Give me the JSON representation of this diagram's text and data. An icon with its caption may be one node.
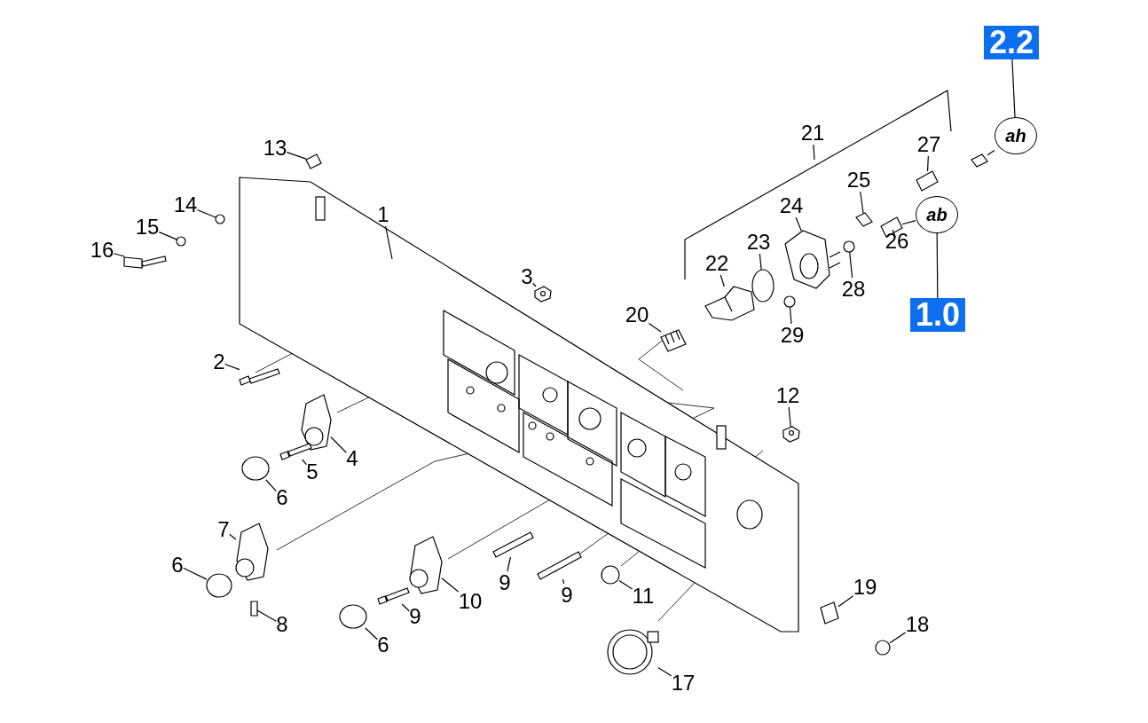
{
  "diagram": {
    "nodes": [
      {
        "text": [
          "2.2"
        ]
      },
      {
        "text": [
          "ah"
        ]
      },
      {
        "text": [
          "21"
        ]
      },
      {
        "text": [
          "27"
        ]
      },
      {
        "text": [
          "13"
        ]
      },
      {
        "text": [
          "24"
        ]
      },
      {
        "text": [
          "25"
        ]
      },
      {
        "text": [
          "14"
        ]
      },
      {
        "text": [
          "1"
        ]
      },
      {
        "text": [
          "ab"
        ]
      },
      {
        "text": [
          "15"
        ]
      },
      {
        "text": [
          "23"
        ]
      },
      {
        "text": [
          "26"
        ]
      },
      {
        "text": [
          "16"
        ]
      },
      {
        "text": [
          "22"
        ]
      },
      {
        "text": [
          "3"
        ]
      },
      {
        "text": [
          "28"
        ]
      },
      {
        "text": [
          "1.0"
        ]
      },
      {
        "text": [
          "20"
        ]
      },
      {
        "text": [
          "29"
        ]
      },
      {
        "text": [
          "2"
        ]
      },
      {
        "text": [
          "12"
        ]
      },
      {
        "text": [
          "4"
        ]
      },
      {
        "text": [
          "5"
        ]
      },
      {
        "text": [
          "6"
        ]
      },
      {
        "text": [
          "7"
        ]
      },
      {
        "text": [
          "6"
        ]
      },
      {
        "text": [
          "9"
        ]
      },
      {
        "text": [
          "9"
        ]
      },
      {
        "text": [
          "11"
        ]
      },
      {
        "text": [
          "19"
        ]
      },
      {
        "text": [
          "10"
        ]
      },
      {
        "text": [
          "8"
        ]
      },
      {
        "text": [
          "9"
        ]
      },
      {
        "text": [
          "18"
        ]
      },
      {
        "text": [
          "6"
        ]
      },
      {
        "text": [
          "17"
        ]
      },
      {
        "text": [],
        "shape": "box"
      },
      {
        "text": [],
        "shape": "box"
      },
      {
        "text": [],
        "shape": "box"
      },
      {
        "text": [],
        "shape": "box"
      },
      {
        "text": [],
        "shape": "picture"
      },
      {
        "text": [],
        "shape": "box"
      },
      {
        "text": [],
        "shape": "circle"
      },
      {
        "text": [],
        "shape": "picture"
      },
      {
        "text": [],
        "shape": "circle"
      },
      {
        "text": [],
        "shape": "circle"
      },
      {
        "text": [],
        "shape": "picture"
      },
      {
        "text": [],
        "shape": "picture"
      },
      {
        "text": [],
        "shape": "picture"
      },
      {
        "text": [],
        "shape": "circle"
      },
      {
        "text": [],
        "shape": "picture"
      },
      {
        "text": [],
        "shape": "circle"
      },
      {
        "text": [],
        "shape": "picture"
      },
      {
        "text": [],
        "shape": "picture"
      },
      {
        "text": [],
        "shape": "picture"
      },
      {
        "text": [],
        "shape": "picture"
      },
      {
        "text": [],
        "shape": "circle"
      },
      {
        "text": [],
        "shape": "picture"
      },
      {
        "text": [],
        "shape": "circle"
      },
      {
        "text": [],
        "shape": "box"
      },
      {
        "text": [],
        "shape": "box"
      },
      {
        "text": [],
        "shape": "circle"
      },
      {
        "text": [],
        "shape": "box"
      },
      {
        "text": [],
        "shape": "picture"
      },
      {
        "text": [],
        "shape": "box"
      },
      {
        "text": [],
        "shape": "picture"
      },
      {
        "text": [],
        "shape": "circle"
      },
      {
        "text": [],
        "shape": "circle"
      },
      {
        "text": [],
        "shape": "picture"
      }
    ],
    "edges": [
      {
        "from": 0,
        "to": 1,
        "arrow": "none"
      },
      {
        "from": 1,
        "to": 37,
        "arrow": "none"
      },
      {
        "from": 17,
        "to": 9,
        "arrow": "none"
      },
      {
        "from": 9,
        "to": 38,
        "arrow": "none"
      },
      {
        "from": 2,
        "to": null,
        "arrow": "none"
      },
      {
        "from": 3,
        "to": 39,
        "arrow": "none"
      },
      {
        "from": 4,
        "to": 40,
        "arrow": "none"
      },
      {
        "from": 5,
        "to": 41,
        "arrow": "none"
      },
      {
        "from": 6,
        "to": 42,
        "arrow": "none"
      },
      {
        "from": 7,
        "to": 43,
        "arrow": "none"
      },
      {
        "from": 8,
        "to": 44,
        "arrow": "none"
      },
      {
        "from": 10,
        "to": 45,
        "arrow": "none"
      },
      {
        "from": 11,
        "to": 46,
        "arrow": "none"
      },
      {
        "from": 12,
        "to": 38,
        "arrow": "none"
      },
      {
        "from": 13,
        "to": 47,
        "arrow": "none"
      },
      {
        "from": 14,
        "to": 48,
        "arrow": "none"
      },
      {
        "from": 15,
        "to": 49,
        "arrow": "none"
      },
      {
        "from": 16,
        "to": 50,
        "arrow": "none"
      },
      {
        "from": 18,
        "to": 51,
        "arrow": "none"
      },
      {
        "from": 19,
        "to": 52,
        "arrow": "none"
      },
      {
        "from": 20,
        "to": 53,
        "arrow": "none"
      },
      {
        "from": 21,
        "to": 54,
        "arrow": "none"
      },
      {
        "from": 22,
        "to": 55,
        "arrow": "none"
      },
      {
        "from": 23,
        "to": 56,
        "arrow": "none"
      },
      {
        "from": 24,
        "to": 57,
        "arrow": "none"
      },
      {
        "from": 25,
        "to": 58,
        "arrow": "none"
      },
      {
        "from": 26,
        "to": 59,
        "arrow": "none"
      },
      {
        "from": 27,
        "to": 60,
        "arrow": "none"
      },
      {
        "from": 28,
        "to": 61,
        "arrow": "none"
      },
      {
        "from": 29,
        "to": 62,
        "arrow": "none"
      },
      {
        "from": 30,
        "to": 63,
        "arrow": "none"
      },
      {
        "from": 31,
        "to": 64,
        "arrow": "none"
      },
      {
        "from": 32,
        "to": 65,
        "arrow": "none"
      },
      {
        "from": 33,
        "to": 66,
        "arrow": "none"
      },
      {
        "from": 34,
        "to": 67,
        "arrow": "none"
      },
      {
        "from": 35,
        "to": 68,
        "arrow": "none"
      },
      {
        "from": 36,
        "to": 69,
        "arrow": "none"
      }
    ]
  }
}
